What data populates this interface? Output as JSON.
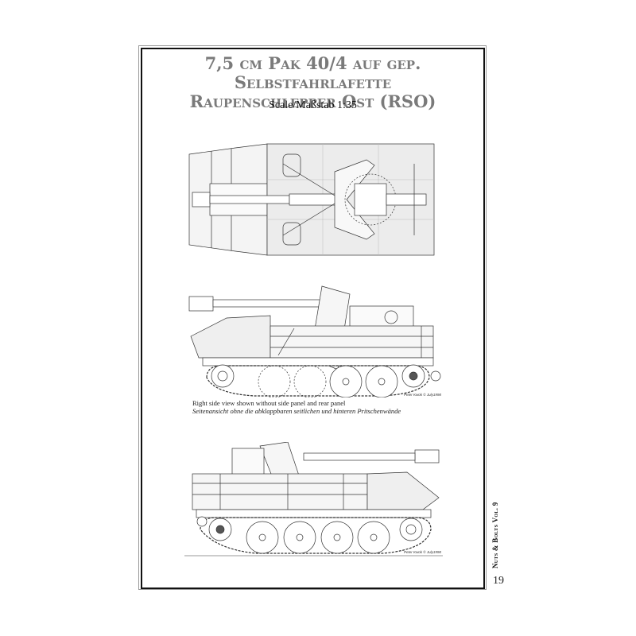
{
  "page": {
    "title_line1": "7,5 cm Pak 40/4 auf gep. Selbstfahrlafette",
    "title_line2": "Raupenschlepper Ost (RSO)",
    "scale": "Scale/Maßstab 1:35",
    "number": "19",
    "spine_text": "Nuts & Bolts Vol. 9"
  },
  "drawings": [
    {
      "view": "top-view",
      "credit": ""
    },
    {
      "view": "right-side-view",
      "credit": "Peter Kwok © July1998"
    },
    {
      "view": "left-side-view",
      "credit": "Peter Kwok © July1998"
    }
  ],
  "caption": {
    "english": "Right side view shown without side panel and rear panel",
    "german": "Seitenansicht ohne die abklappbaren seitlichen und hinteren Pritschenwände"
  },
  "colors": {
    "title": "#7a7a7a",
    "frame_inner": "#111111",
    "frame_outer": "#9a9a9a",
    "line_art": "#333333"
  }
}
